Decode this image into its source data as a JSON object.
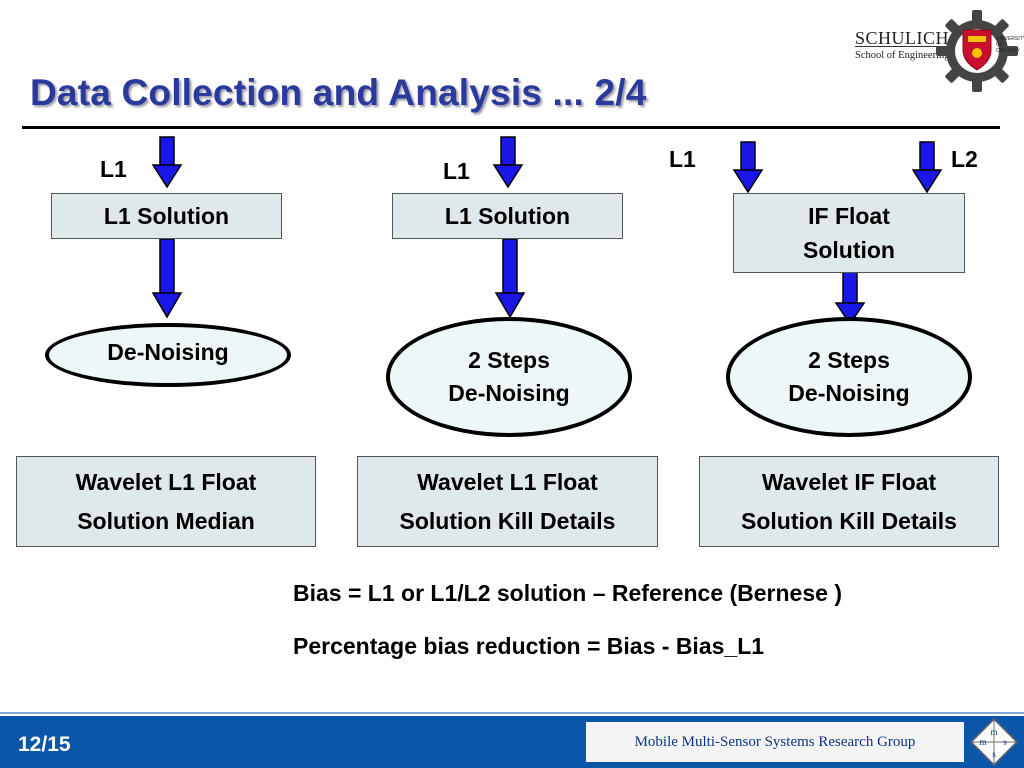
{
  "slide": {
    "title": "Data Collection and  Analysis ... 2/4",
    "page": "12/15"
  },
  "logo": {
    "name_line1": "SCHULICH",
    "name_line2": "School of Engineering",
    "seal_text": "UNIVERSITY OF CALGARY"
  },
  "columns": [
    {
      "inputs": [
        "L1"
      ],
      "solution": [
        "L1 Solution"
      ],
      "denoise": [
        "De-Noising"
      ],
      "wavelet": [
        "Wavelet L1 Float",
        "Solution Median"
      ]
    },
    {
      "inputs": [
        "L1"
      ],
      "solution": [
        "L1 Solution"
      ],
      "denoise": [
        "2 Steps",
        "De-Noising"
      ],
      "wavelet": [
        "Wavelet L1 Float",
        "Solution Kill Details"
      ]
    },
    {
      "inputs": [
        "L1",
        "L2"
      ],
      "solution": [
        "IF Float",
        "Solution"
      ],
      "denoise": [
        "2 Steps",
        "De-Noising"
      ],
      "wavelet": [
        "Wavelet IF Float",
        "Solution Kill Details"
      ]
    }
  ],
  "formulas": [
    "Bias = L1 or L1/L2 solution – Reference (Bernese )",
    "Percentage bias reduction = Bias - Bias_L1"
  ],
  "footer": {
    "group": "Mobile Multi-Sensor Systems Research Group",
    "logo_letters": [
      "m",
      "m",
      "s",
      "s"
    ]
  },
  "colors": {
    "title": "#2a3a9c",
    "arrow": "#1a16e8",
    "box_fill": "#dfe9ec",
    "footer": "#0b56a8"
  },
  "icons": [
    "gear-icon",
    "university-seal-icon",
    "mmss-logo-icon",
    "arrow-down-icon"
  ]
}
